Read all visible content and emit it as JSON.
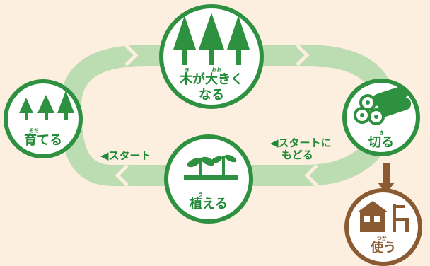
{
  "steps": {
    "grow": {
      "ruby_1": "き",
      "ruby_2": "おお",
      "line1": "木が大きく",
      "line2": "なる"
    },
    "cut": {
      "ruby": "き",
      "label": "切る"
    },
    "use": {
      "ruby": "つか",
      "label": "使う"
    },
    "plant": {
      "ruby": "う",
      "label": "植える"
    },
    "raise": {
      "ruby": "そだ",
      "label": "育てる"
    }
  },
  "arrows": {
    "start_label": "スタート",
    "start_marker": "◀",
    "return_line1": "スタートに",
    "return_line2": "もどる"
  },
  "colors": {
    "background": "#fcefe0",
    "ring": "#bcdcb2",
    "green": "#2e9140",
    "text_green": "#1f8a36",
    "brown": "#8a5a32"
  }
}
